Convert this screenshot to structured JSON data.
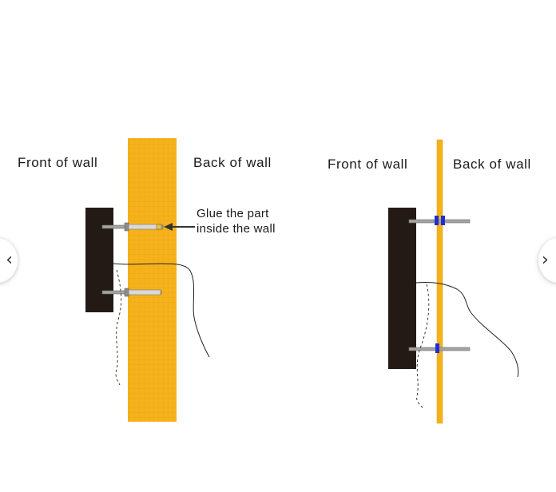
{
  "left_panel": {
    "front_label": "Front of wall",
    "back_label": "Back of wall",
    "note_line1": "Glue the part",
    "note_line2": "inside the wall"
  },
  "right_panel": {
    "front_label": "Front of wall",
    "back_label": "Back of wall"
  },
  "colors": {
    "thick_wall": "#f5b21b",
    "thin_wall": "#f5b21b",
    "panel": "#231a16",
    "screw": "#9a9a9a",
    "clip": "#1f2fd6"
  },
  "navigation": {
    "prev_icon": "chevron-left-icon",
    "next_icon": "chevron-right-icon"
  }
}
